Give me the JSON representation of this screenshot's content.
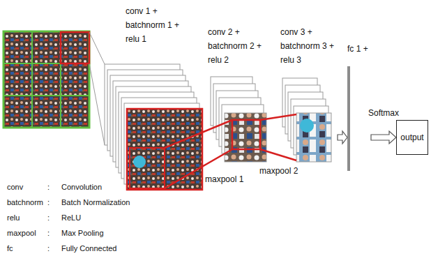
{
  "diagram": {
    "nodes": [
      {
        "text": [
          "conv 1 + batchnorm 1 + relu 1"
        ]
      },
      {
        "text": [
          "conv 2 + batchnorm 2 + relu 2"
        ]
      },
      {
        "text": [
          "conv 3 + batchnorm 3 + relu 3"
        ]
      },
      {
        "text": [
          "fc 1 +"
        ]
      },
      {
        "text": [
          "output"
        ]
      }
    ],
    "edges": [
      {
        "from": 2,
        "to": 3,
        "arrow": "to"
      },
      {
        "from": 3,
        "to": 4,
        "label": "Softmax",
        "arrow": "to"
      }
    ],
    "labels": [
      "maxpool 1",
      "maxpool 2",
      "conv",
      ":",
      "Convolution",
      "batchnorm",
      ":",
      "Batch Normalization",
      "relu",
      ":",
      "ReLU",
      "maxpool",
      ":",
      "Max Pooling",
      "fc",
      ":",
      "Fully Connected"
    ]
  }
}
